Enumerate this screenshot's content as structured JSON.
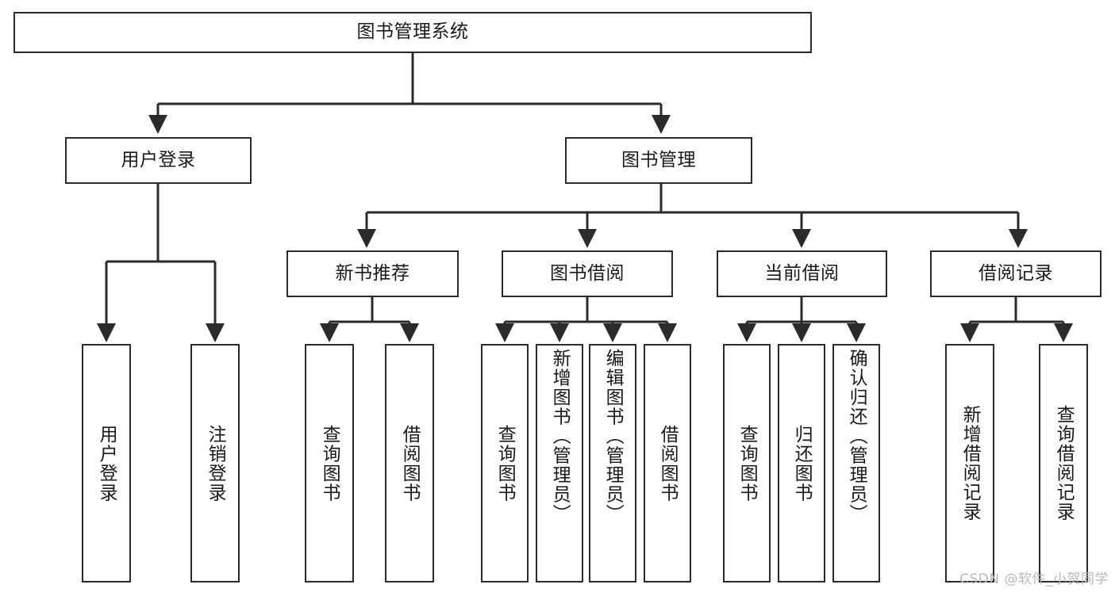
{
  "diagram": {
    "type": "tree-hierarchy",
    "title": "图书管理系统",
    "watermark": "CSDN @软件_小贺同学",
    "colors": {
      "node_border": "#2b2b2b",
      "node_fill": "#ffffff",
      "edge": "#2b2b2b",
      "text": "#1a1a1a",
      "watermark": "#b9b9b9",
      "background": "#ffffff"
    },
    "levels": [
      {
        "level": 1,
        "nodes": [
          {
            "id": "root",
            "label": "图书管理系统",
            "orientation": "horizontal"
          }
        ]
      },
      {
        "level": 2,
        "nodes": [
          {
            "id": "login",
            "label": "用户登录",
            "orientation": "horizontal",
            "parent": "root"
          },
          {
            "id": "bookmgmt",
            "label": "图书管理",
            "orientation": "horizontal",
            "parent": "root"
          }
        ]
      },
      {
        "level": 3,
        "nodes": [
          {
            "id": "newbook",
            "label": "新书推荐",
            "orientation": "horizontal",
            "parent": "bookmgmt"
          },
          {
            "id": "borrow",
            "label": "图书借阅",
            "orientation": "horizontal",
            "parent": "bookmgmt"
          },
          {
            "id": "current",
            "label": "当前借阅",
            "orientation": "horizontal",
            "parent": "bookmgmt"
          },
          {
            "id": "record",
            "label": "借阅记录",
            "orientation": "horizontal",
            "parent": "bookmgmt"
          }
        ]
      },
      {
        "level": 4,
        "nodes": [
          {
            "id": "leaf1",
            "label": "用户登录",
            "orientation": "vertical",
            "parent": "login"
          },
          {
            "id": "leaf2",
            "label": "注销登录",
            "orientation": "vertical",
            "parent": "login"
          },
          {
            "id": "leaf3",
            "label": "查询图书",
            "orientation": "vertical",
            "parent": "newbook"
          },
          {
            "id": "leaf4",
            "label": "借阅图书",
            "orientation": "vertical",
            "parent": "newbook"
          },
          {
            "id": "leaf5",
            "label": "查询图书",
            "orientation": "vertical",
            "parent": "borrow"
          },
          {
            "id": "leaf6",
            "label": "新增图书（管理员）",
            "orientation": "vertical",
            "parent": "borrow"
          },
          {
            "id": "leaf7",
            "label": "编辑图书（管理员）",
            "orientation": "vertical",
            "parent": "borrow"
          },
          {
            "id": "leaf8",
            "label": "借阅图书",
            "orientation": "vertical",
            "parent": "borrow"
          },
          {
            "id": "leaf9",
            "label": "查询图书",
            "orientation": "vertical",
            "parent": "current"
          },
          {
            "id": "leaf10",
            "label": "归还图书",
            "orientation": "vertical",
            "parent": "current"
          },
          {
            "id": "leaf11",
            "label": "确认归还（管理员）",
            "orientation": "vertical",
            "parent": "current"
          },
          {
            "id": "leaf12",
            "label": "新增借阅记录",
            "orientation": "vertical",
            "parent": "record"
          },
          {
            "id": "leaf13",
            "label": "查询借阅记录",
            "orientation": "vertical",
            "parent": "record"
          }
        ]
      }
    ]
  }
}
